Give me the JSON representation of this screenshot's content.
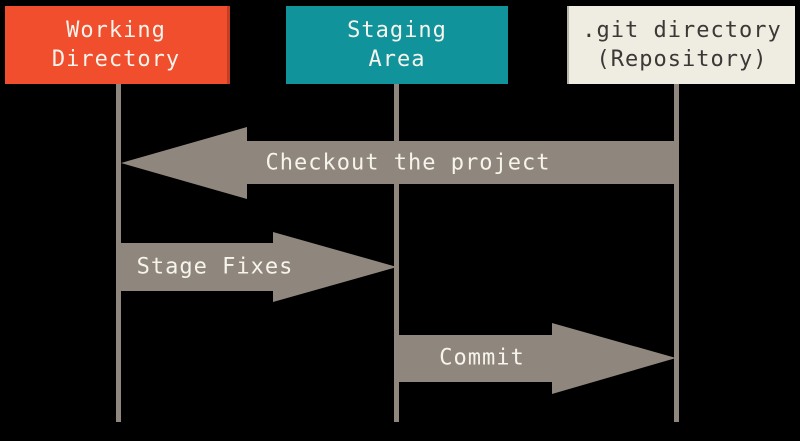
{
  "diagram": {
    "title": "git-sections-diagram",
    "background": "#000000"
  },
  "colors": {
    "bg": "#000000",
    "red": "#F04E2D",
    "red-edge": "#C53D22",
    "teal": "#11939B",
    "cream": "#EFEDE2",
    "cream-edge": "#B9B6AC",
    "dark-text": "#3A3935",
    "light-text": "#F6F4EC",
    "taupe": "#8F877D"
  },
  "boxes": [
    {
      "id": "working-directory",
      "line1": "Working",
      "line2": "Directory",
      "bg": "#F04E2D",
      "fg": "#F6F4EC"
    },
    {
      "id": "staging-area",
      "line1": "Staging",
      "line2": "Area",
      "bg": "#11939B",
      "fg": "#F6F4EC"
    },
    {
      "id": "git-directory",
      "line1": ".git directory",
      "line2": "(Repository)",
      "bg": "#EFEDE2",
      "fg": "#3A3935"
    }
  ],
  "arrows": [
    {
      "id": "checkout",
      "label": "Checkout the project",
      "direction": "left",
      "from": "git-directory",
      "to": "working-directory",
      "color": "#8F877D"
    },
    {
      "id": "stage-fixes",
      "label": "Stage Fixes",
      "direction": "right",
      "from": "working-directory",
      "to": "staging-area",
      "color": "#8F877D"
    },
    {
      "id": "commit",
      "label": "Commit",
      "direction": "right",
      "from": "staging-area",
      "to": "git-directory",
      "color": "#8F877D"
    }
  ]
}
